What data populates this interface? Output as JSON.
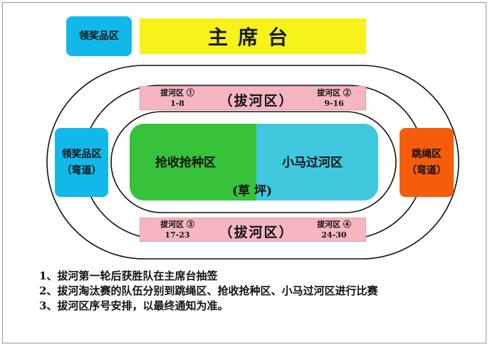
{
  "top": {
    "prize_area": "领奖品区",
    "main_stand": "主席台"
  },
  "side": {
    "left_line1": "领奖品区",
    "left_line2": "（弯道）",
    "right_line1": "跳绳区",
    "right_line2": "（弯道）"
  },
  "lanes": {
    "top": {
      "title": "（拔河区）",
      "left_name": "拔河区 ①",
      "left_range": "1-8",
      "right_name": "拔河区 ②",
      "right_range": "9-16"
    },
    "bottom": {
      "title": "（拔河区）",
      "left_name": "拔河区 ③",
      "left_range": "17-23",
      "right_name": "拔河区 ④",
      "right_range": "24-30"
    }
  },
  "field": {
    "left_label": "抢收抢种区",
    "right_label": "小马过河区",
    "center_label": "(草 坪)"
  },
  "notes": [
    "1、拔河第一轮后获胜队在主席台抽签",
    "2、拔河淘汰赛的队伍分别到跳绳区、抢收抢种区、小马过河区进行比赛",
    "3、拔河区序号安排，以最终通知为准。"
  ],
  "colors": {
    "cyan": "#12b8ea",
    "yellow": "#f7f21a",
    "pink": "#f5b6c1",
    "green": "#37c23b",
    "light_blue": "#3fc8de",
    "orange": "#f55d0a"
  }
}
